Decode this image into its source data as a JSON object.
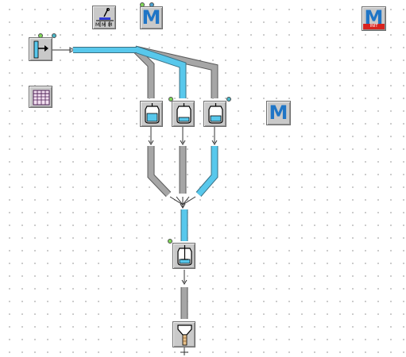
{
  "toolbar": {
    "manual_sequence_labels": [
      "M",
      "M",
      "M"
    ],
    "mode_label": "M",
    "init_mode_label": "M",
    "init_badge": "INIT"
  },
  "diagram": {
    "standalone_mode_label": "M"
  },
  "colors": {
    "active_pipe": "#58c8ec",
    "inactive_pipe": "#a6a6a6",
    "status_green": "#7ed957",
    "status_blue": "#4aa0d0",
    "status_teal": "#49b7c8",
    "mode_blue": "#1f75c6",
    "init_red": "#d8231f"
  }
}
